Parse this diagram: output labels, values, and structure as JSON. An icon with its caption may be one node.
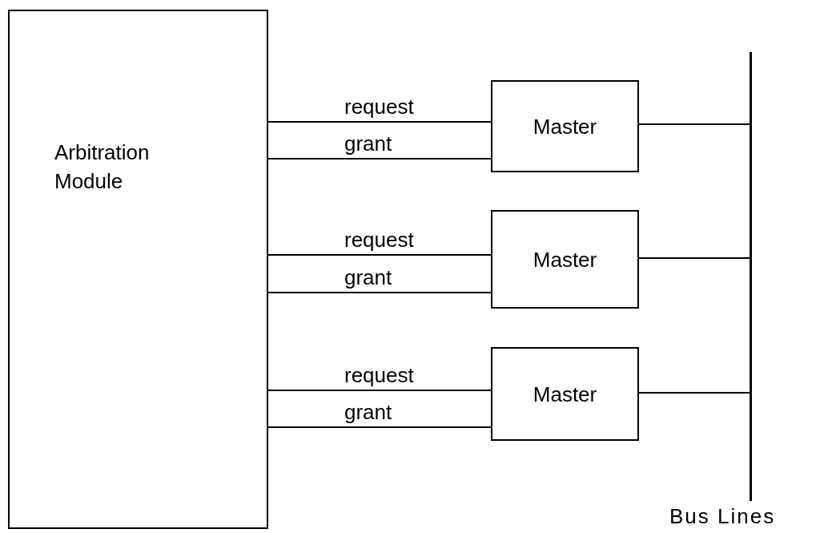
{
  "diagram": {
    "nodes": [
      {
        "text": [
          "Arbitration Module"
        ]
      },
      {
        "text": [
          "Master"
        ]
      },
      {
        "text": [
          "Master"
        ]
      },
      {
        "text": [
          "Master"
        ]
      },
      {
        "text": [],
        "shape": "bar",
        "beside": [
          "Bus Lines"
        ]
      }
    ],
    "edges": [
      {
        "from": 0,
        "to": 1,
        "arrow": "none",
        "label": "request"
      },
      {
        "from": 0,
        "to": 1,
        "arrow": "none",
        "label": "grant"
      },
      {
        "from": 0,
        "to": 2,
        "arrow": "none",
        "label": "request"
      },
      {
        "from": 0,
        "to": 2,
        "arrow": "none",
        "label": "grant"
      },
      {
        "from": 0,
        "to": 3,
        "arrow": "none",
        "label": "request"
      },
      {
        "from": 0,
        "to": 3,
        "arrow": "none",
        "label": "grant"
      },
      {
        "from": 1,
        "to": 4,
        "arrow": "none"
      },
      {
        "from": 2,
        "to": 4,
        "arrow": "none"
      },
      {
        "from": 3,
        "to": 4,
        "arrow": "none"
      }
    ]
  }
}
